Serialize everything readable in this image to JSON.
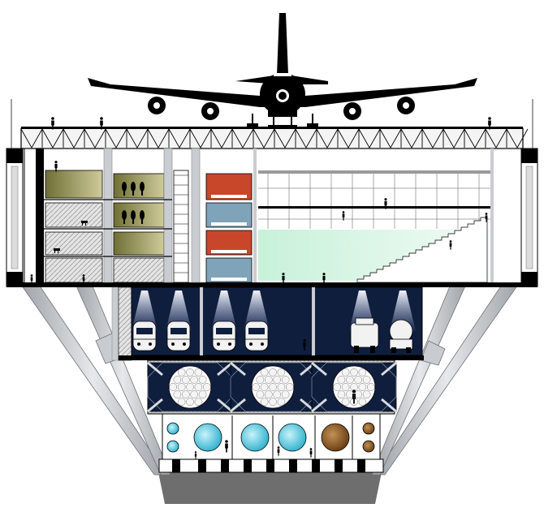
{
  "drawing": {
    "colors": {
      "background": "#ffffff",
      "outline": "#000000",
      "structure_grey": "#bfc2c6",
      "column_grey": "#c9ccd0",
      "ground": "#6e6e6e",
      "olive_gallery": "#8a8a4a",
      "olive_light": "#cfcb9a",
      "hall_glow": "#d9f5e4",
      "transit_level": "#0f1e3d",
      "spotlight": "#e8f0ff",
      "red_room": "#c8472a",
      "blue_room": "#7fa3b8",
      "pipe_cyan": "#5fd0e6",
      "pipe_brown": "#8a5a22",
      "hatch": "#9a9a9a"
    },
    "icons": [
      "airplane-icon",
      "train-icon",
      "tanker-truck-icon",
      "person-icon",
      "tree-icon",
      "dog-icon"
    ],
    "levels": [
      "roof-runway",
      "truss",
      "gallery-floors",
      "transit-level",
      "utility-tunnels",
      "pipe-level",
      "foundation"
    ]
  }
}
